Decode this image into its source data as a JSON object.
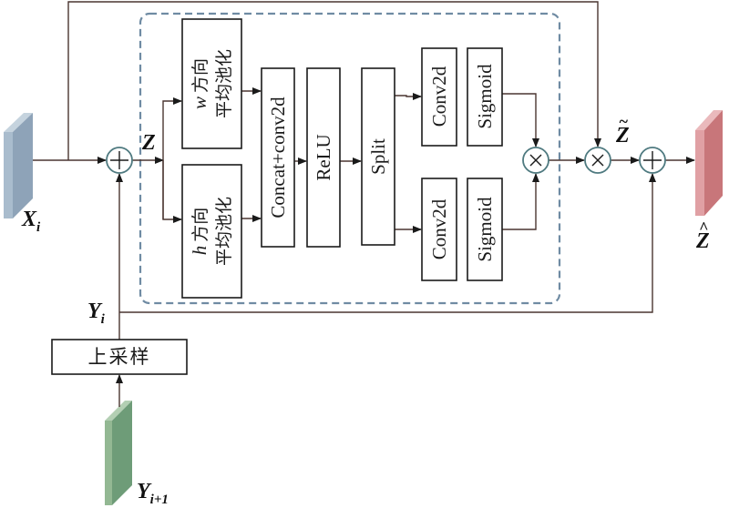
{
  "diagram": {
    "type": "attention-fusion-module",
    "inputs": {
      "x": {
        "symbol": "X",
        "subscript": "i",
        "color_front": "#a9bccd",
        "color_side": "#8ea3b8"
      },
      "y_next": {
        "symbol": "Y",
        "subscript": "i+1",
        "color_front": "#93b893",
        "color_side": "#6e9c78"
      },
      "y": {
        "symbol": "Y",
        "subscript": "i"
      }
    },
    "output": {
      "symbol": "Z",
      "accent": "^",
      "color_front": "#e0a0a4",
      "color_side": "#c8767a"
    },
    "intermediate": {
      "z": {
        "symbol": "Z"
      },
      "z_tilde": {
        "symbol": "Z",
        "accent": "~"
      }
    },
    "blocks": {
      "upsample": "上采样",
      "w_pool": {
        "var": "w",
        "line1": "方向",
        "line2": "平均池化"
      },
      "h_pool": {
        "var": "h",
        "line1": "方向",
        "line2": "平均池化"
      },
      "concat": "Concat+conv2d",
      "relu": "ReLU",
      "split": "Split",
      "conv_top": "Conv2d",
      "sigmoid_top": "Sigmoid",
      "conv_bottom": "Conv2d",
      "sigmoid_bottom": "Sigmoid"
    },
    "operators": {
      "add": "+",
      "multiply": "×"
    },
    "colors": {
      "wire": "#4a3530",
      "operator_ring": "#4f7a80",
      "dashed_border": "#6f8ba3"
    }
  }
}
